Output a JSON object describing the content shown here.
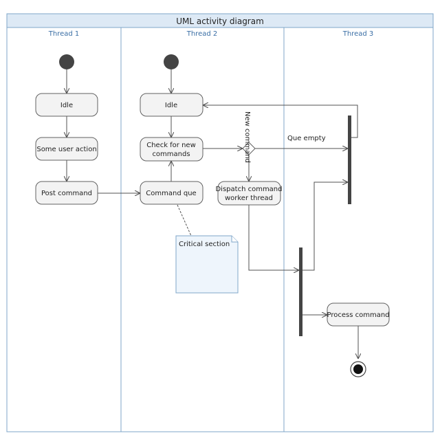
{
  "diagram": {
    "title": "UML activity diagram",
    "lanes": [
      "Thread 1",
      "Thread 2",
      "Thread 3"
    ],
    "nodes": {
      "idle_1": "Idle",
      "user_action": "Some user action",
      "post_command": "Post command",
      "idle_2": "Idle",
      "check_new_line1": "Check for new",
      "check_new_line2": "commands",
      "command_que": "Command que",
      "dispatch_line1": "Dispatch command",
      "dispatch_line2": "worker thread",
      "process_command": "Process command"
    },
    "note": "Critical section",
    "edge_labels": {
      "new_command": "New command",
      "que_empty": "Que empty"
    }
  }
}
